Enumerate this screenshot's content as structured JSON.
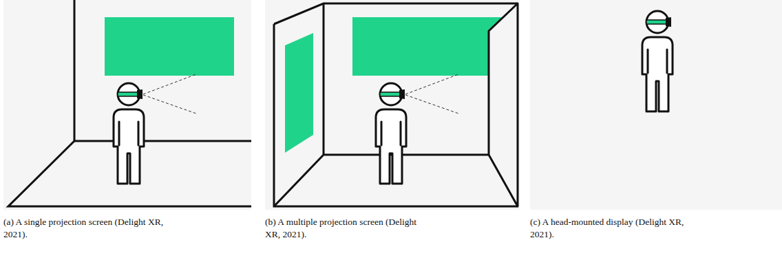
{
  "diagram": {
    "labels": [
      "(a) A single projection screen (Delight XR, 2021).",
      "(b) A multiple projection screen (Delight XR, 2021).",
      "(c) A head-mounted display (Delight XR, 2021)."
    ]
  }
}
